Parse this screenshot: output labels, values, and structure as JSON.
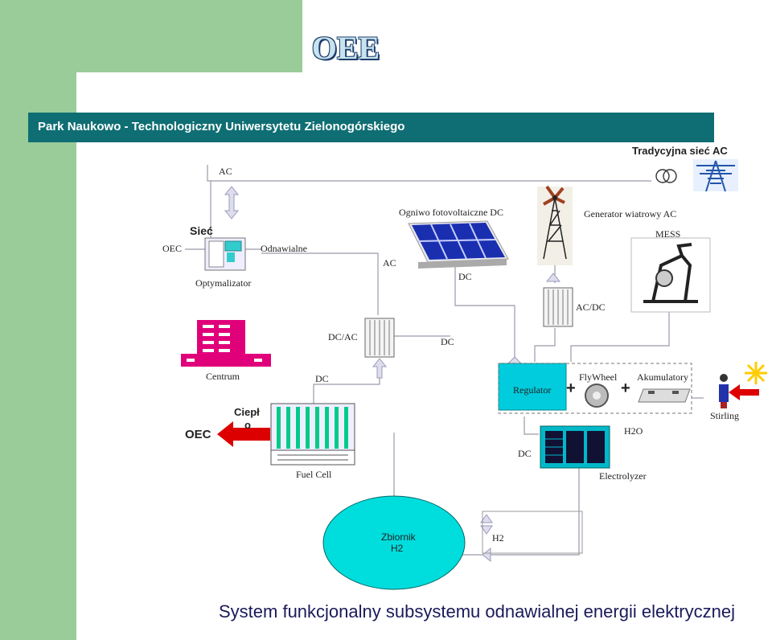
{
  "header": {
    "title": "OEE",
    "banner": "Park Naukowo - Technologiczny Uniwersytetu Zielonogórskiego"
  },
  "diagram": {
    "grid_label": "Tradycyjna sieć AC",
    "ac_top": "AC",
    "siec": "Sieć",
    "oec_left": "OEC",
    "odnawialne": "Odnawialne",
    "optymalizator": "Optymalizator",
    "ac_mid": "AC",
    "pv": "Ogniwo fotovoltaiczne DC",
    "wind": "Generator wiatrowy AC",
    "mess": "MESS",
    "dc_pv": "DC",
    "acdc": "AC/DC",
    "dcac": "DC/AC",
    "dc_mid": "DC",
    "centrum": "Centrum",
    "dc_centrum": "DC",
    "regulator": "Regulator",
    "flywheel": "FlyWheel",
    "akumulatory": "Akumulatory",
    "stirling": "Stirling",
    "oec_bottom": "OEC",
    "cieplo_1": "Ciepł",
    "cieplo_2": "o",
    "h2o": "H2O",
    "dc_bottom": "DC",
    "fuel_cell": "Fuel Cell",
    "electrolyzer": "Electrolyzer",
    "tank_1": "Zbiornik",
    "tank_2": "H2",
    "h2": "H2",
    "plus": "+"
  },
  "caption": "System funkcjonalny subsystemu odnawialnej energii elektrycznej",
  "colors": {
    "green_bg": "#99cc99",
    "banner": "#0f6e73",
    "tank": "#00dddd",
    "magenta": "#e0007a",
    "arrow_red": "#dd0000",
    "pv_blue": "#1a2fb0",
    "cyan": "#00ccdd"
  }
}
